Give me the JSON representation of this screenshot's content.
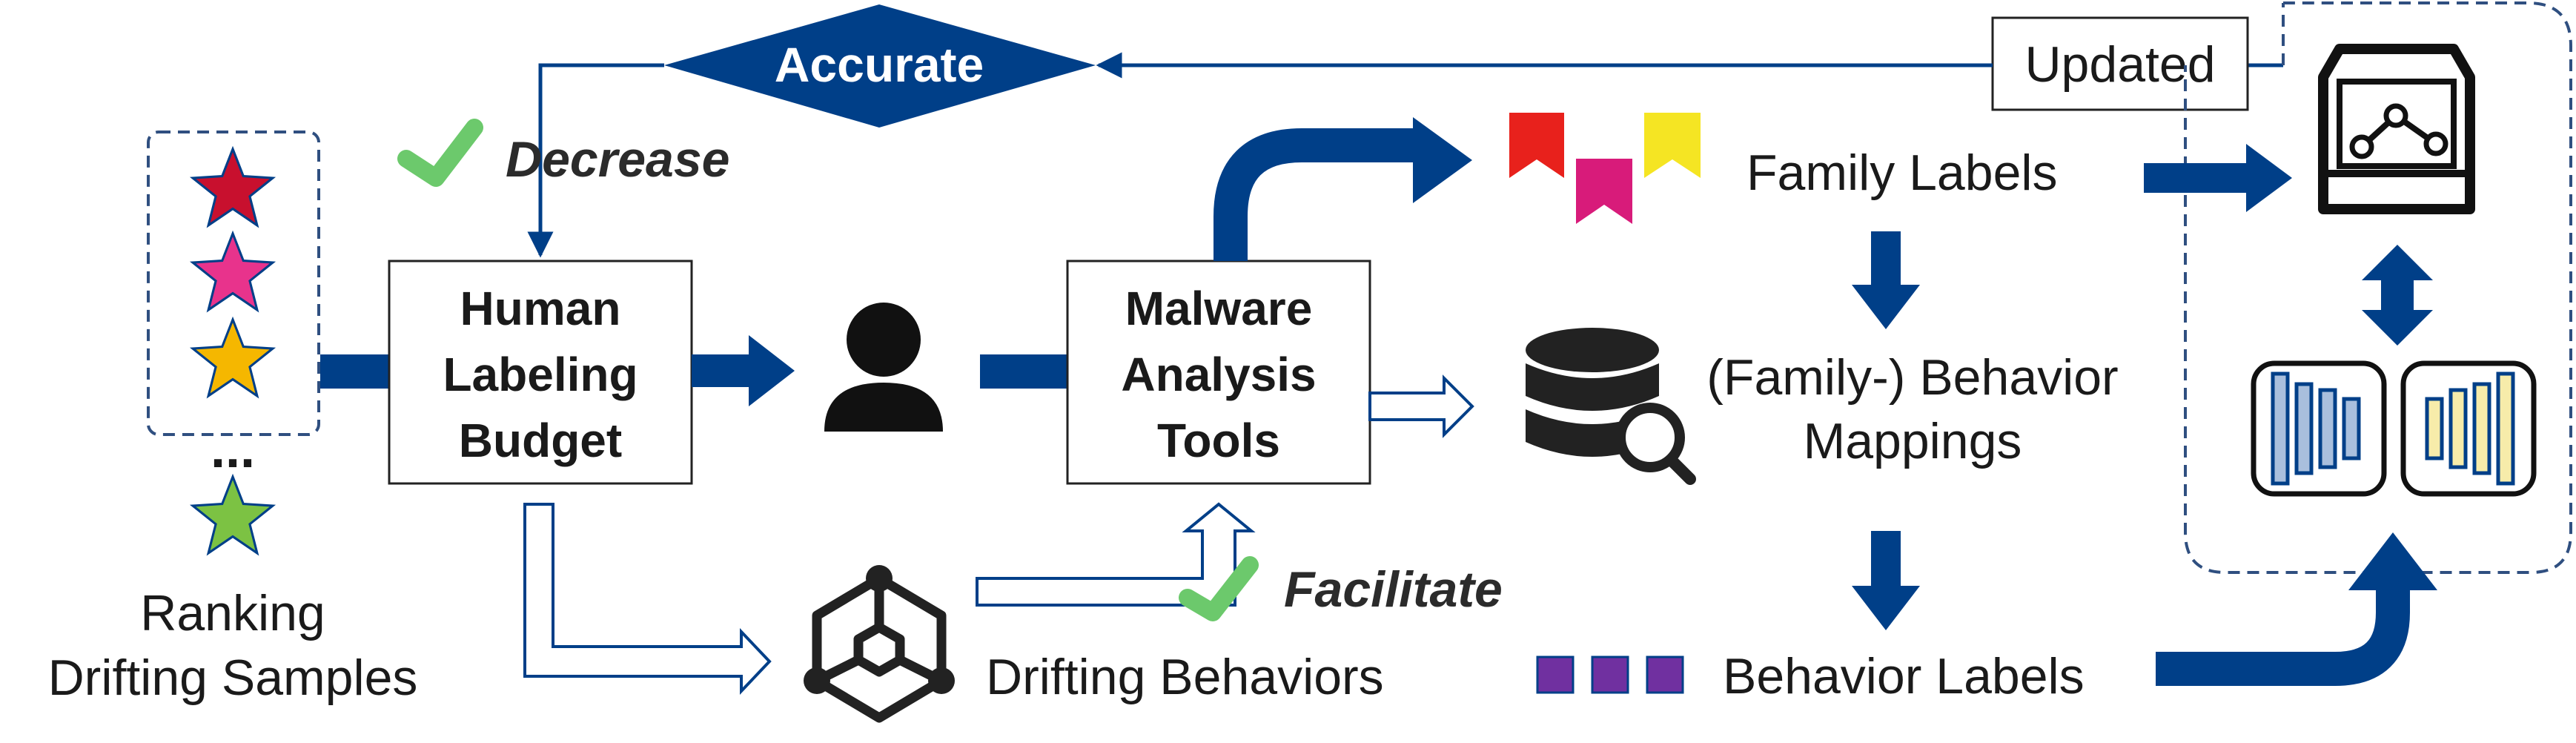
{
  "diagram": {
    "samples_label_line1": "Ranking",
    "samples_label_line2": "Drifting Samples",
    "ellipsis": "...",
    "budget_box": [
      "Human",
      "Labeling",
      "Budget"
    ],
    "tools_box": [
      "Malware",
      "Analysis",
      "Tools"
    ],
    "accurate_label": "Accurate",
    "updated_label": "Updated",
    "decrease_label": "Decrease",
    "facilitate_label": "Facilitate",
    "family_labels": "Family Labels",
    "mappings_line1": "(Family-) Behavior",
    "mappings_line2": "Mappings",
    "behavior_labels": "Behavior Labels",
    "drifting_behaviors": "Drifting Behaviors"
  },
  "colors": {
    "navy": "#003f88",
    "check_green": "#6cc96c",
    "star_red": "#c8102e",
    "star_pink": "#e8338c",
    "star_yellow": "#f5b700",
    "star_green": "#7cc243",
    "flag_red": "#e8211c",
    "flag_pink": "#d81b7a",
    "flag_yellow": "#f5e523",
    "square_purple": "#7030a0",
    "bar_blue": "#a9bfdd",
    "bar_yellow": "#f7ecaa"
  },
  "icons": [
    "star-icon",
    "person-icon",
    "database-search-icon",
    "bookmark-flag-icon",
    "hexagon-network-icon",
    "model-box-icon",
    "neural-network-icon",
    "check-icon"
  ]
}
